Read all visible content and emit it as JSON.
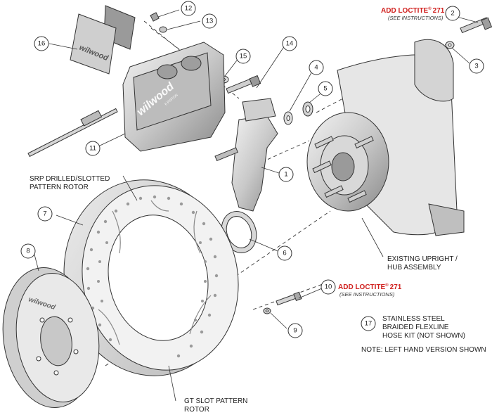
{
  "callouts": {
    "c1": "1",
    "c2": "2",
    "c3": "3",
    "c4": "4",
    "c5": "5",
    "c6": "6",
    "c7": "7",
    "c8": "8",
    "c9": "9",
    "c10": "10",
    "c11": "11",
    "c12": "12",
    "c13": "13",
    "c14": "14",
    "c15": "15",
    "c16": "16",
    "c17": "17"
  },
  "notes": {
    "loctite_top": "ADD LOCTITE",
    "loctite_top_num": "271",
    "loctite_top_sub": "(SEE INSTRUCTIONS)",
    "loctite_bottom": "ADD LOCTITE",
    "loctite_bottom_num": "271",
    "loctite_bottom_sub": "(SEE INSTRUCTIONS)",
    "registered": "®",
    "srp_line1": "SRP DRILLED/SLOTTED",
    "srp_line2": "PATTERN ROTOR",
    "upright_line1": "EXISTING UPRIGHT /",
    "upright_line2": "HUB ASSEMBLY",
    "hose_line1": "STAINLESS STEEL",
    "hose_line2": "BRAIDED FLEXLINE",
    "hose_line3": "HOSE KIT (NOT SHOWN)",
    "left_hand": "NOTE: LEFT HAND VERSION SHOWN",
    "gt_line1": "GT SLOT PATTERN",
    "gt_line2": "ROTOR"
  },
  "branding": {
    "pad_logo": "wilwood",
    "caliper_logo": "wilwood",
    "caliper_sub": "6 PISTON",
    "hat_logo": "wilwood"
  },
  "colors": {
    "metal_light": "#e2e2e2",
    "metal_mid": "#bdbdbd",
    "metal_dark": "#7a7a7a",
    "note_red": "#d0201e"
  }
}
